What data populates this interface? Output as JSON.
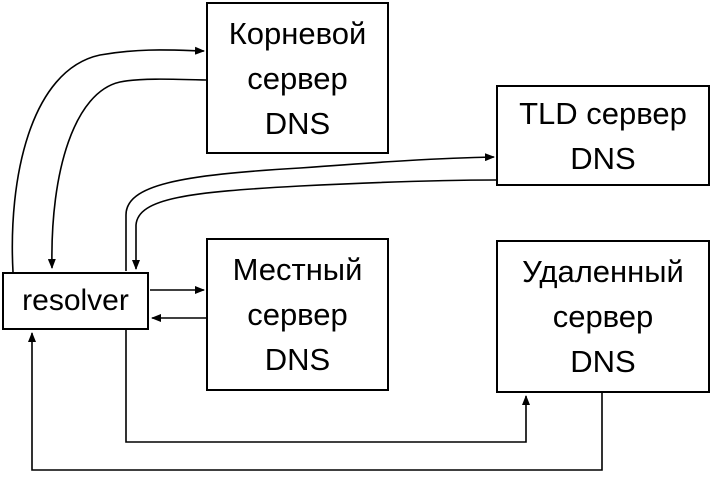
{
  "nodes": {
    "root": {
      "lines": [
        "Корневой",
        "сервер",
        "DNS"
      ]
    },
    "tld": {
      "lines": [
        "TLD сервер",
        "DNS"
      ]
    },
    "local": {
      "lines": [
        "Местный",
        "сервер",
        "DNS"
      ]
    },
    "remote": {
      "lines": [
        "Удаленный",
        "сервер",
        "DNS"
      ]
    },
    "resolver": {
      "lines": [
        "resolver"
      ]
    }
  },
  "edges": [
    {
      "from": "resolver",
      "to": "root"
    },
    {
      "from": "root",
      "to": "resolver"
    },
    {
      "from": "resolver",
      "to": "tld"
    },
    {
      "from": "tld",
      "to": "resolver"
    },
    {
      "from": "resolver",
      "to": "local"
    },
    {
      "from": "local",
      "to": "resolver"
    },
    {
      "from": "resolver",
      "to": "remote"
    },
    {
      "from": "remote",
      "to": "resolver"
    }
  ]
}
